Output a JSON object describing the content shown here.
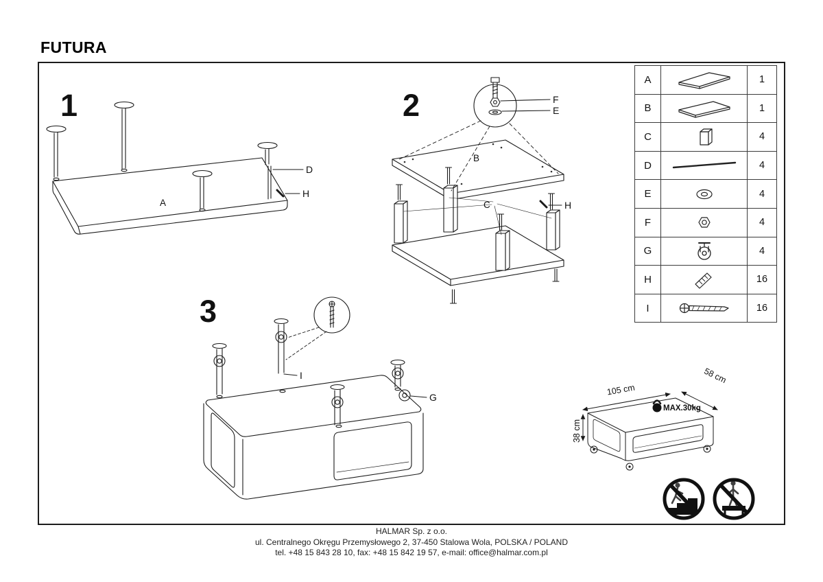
{
  "title": "FUTURA",
  "steps": {
    "s1": {
      "number": "1",
      "label_a": "A",
      "callout_d": "D",
      "callout_h": "H"
    },
    "s2": {
      "number": "2",
      "label_b": "B",
      "label_c": "C",
      "callout_f": "F",
      "callout_e": "E",
      "callout_h": "H"
    },
    "s3": {
      "number": "3",
      "callout_i": "I",
      "callout_g": "G"
    }
  },
  "parts_table": {
    "rows": [
      {
        "letter": "A",
        "qty": "1"
      },
      {
        "letter": "B",
        "qty": "1"
      },
      {
        "letter": "C",
        "qty": "4"
      },
      {
        "letter": "D",
        "qty": "4"
      },
      {
        "letter": "E",
        "qty": "4"
      },
      {
        "letter": "F",
        "qty": "4"
      },
      {
        "letter": "G",
        "qty": "4"
      },
      {
        "letter": "H",
        "qty": "16"
      },
      {
        "letter": "I",
        "qty": "16"
      }
    ]
  },
  "dimensions": {
    "length": "105 cm",
    "depth": "58 cm",
    "height": "38 cm",
    "max_load": "MAX.30kg"
  },
  "footer": {
    "line1": "HALMAR Sp. z o.o.",
    "line2": "ul. Centralnego Okręgu Przemysłowego 2, 37-450 Stalowa Wola, POLSKA / POLAND",
    "line3": "tel. +48 15 843 28 10, fax: +48 15 842 19 57, e-mail: office@halmar.com.pl"
  }
}
